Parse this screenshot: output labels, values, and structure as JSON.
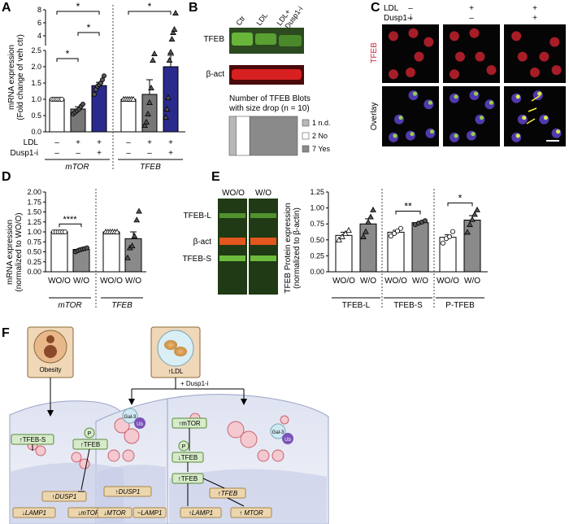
{
  "panels": {
    "A": "A",
    "B": "B",
    "C": "C",
    "D": "D",
    "E": "E",
    "F": "F"
  },
  "panel_a": {
    "ylabel1": "mRNA expression",
    "ylabel2": "(Fold change of veh ctr)",
    "y_ticks": [
      "0.0",
      "0.5",
      "1.0",
      "1.5",
      "2.0",
      "2.5",
      "4",
      "6",
      "8"
    ],
    "row_labels": [
      "LDL",
      "Dusp1-i"
    ],
    "markers": [
      [
        "–",
        "+",
        "+"
      ],
      [
        "–",
        "–",
        "+"
      ]
    ],
    "groups": [
      "mTOR",
      "TFEB"
    ],
    "star": "*"
  },
  "panel_b": {
    "lanes": [
      "Ctr",
      "LDL",
      "LDL+",
      "Dusp1-i"
    ],
    "bands": [
      "TFEB",
      "β-act"
    ],
    "table_title1": "Number of TFEB Blots",
    "table_title2": "with size drop (n = 10)",
    "legend": [
      "1 n.d.",
      "2 No",
      "7 Yes"
    ]
  },
  "panel_c": {
    "row_labels": [
      "LDL",
      "Dusp1-i"
    ],
    "markers": [
      [
        "–",
        "+",
        "+"
      ],
      [
        "–",
        "–",
        "+"
      ]
    ],
    "image_labels": [
      "TFEB",
      "Overlay"
    ]
  },
  "panel_d": {
    "ylabel1": "mRNA expression",
    "ylabel2": "(normalized to WO/O)",
    "y_ticks": [
      "0.00",
      "0.25",
      "0.50",
      "0.75",
      "1.00",
      "1.25",
      "1.50",
      "1.75",
      "2.00"
    ],
    "xcats": [
      "WO/O",
      "W/O",
      "WO/O",
      "W/O"
    ],
    "groups": [
      "mTOR",
      "TFEB"
    ],
    "sig": "****"
  },
  "panel_e": {
    "lanes": [
      "WO/O",
      "W/O"
    ],
    "bands": [
      "TFEB-L",
      "β-act",
      "TFEB-S"
    ],
    "ylabel1": "TFEB Protein expression",
    "ylabel2": "(normalized to β-actin)",
    "y_ticks": [
      "0.00",
      "0.25",
      "0.50",
      "0.75",
      "1.00",
      "1.25"
    ],
    "xcats": [
      "WO/O",
      "W/O",
      "WO/O",
      "W/O",
      "WO/O",
      "W/O"
    ],
    "groups": [
      "TFEB-L",
      "TFEB-S",
      "P-TFEB"
    ],
    "sig": [
      "**",
      "*"
    ]
  },
  "panel_f": {
    "obesity": "Obesity",
    "ldl": "↑LDL",
    "dusp": "+ Dusp1-i",
    "gal3": "Gal-3",
    "ub": "Ub",
    "p": "P",
    "left_boxes": [
      "↑TFEB-S",
      "↑TFEB",
      "↑DUSP1",
      "↓LAMP1",
      "↓mTOR"
    ],
    "mid_boxes": [
      "↑DUSP1",
      "↓MTOR",
      "~LAMP1"
    ],
    "right_boxes": [
      "↑mTOR",
      "↓TFEB",
      "↑TFEB",
      "↑TFEB",
      "↑LAMP1",
      "↑ MTOR"
    ]
  },
  "chart_data": [
    {
      "type": "bar",
      "panel": "A",
      "ylabel": "mRNA expression (Fold change of veh ctr)",
      "y_axis": "broken: 0–2.5 and 2.5–8",
      "categories": [
        "mTOR Ctr",
        "mTOR LDL",
        "mTOR LDL+Dusp1-i",
        "TFEB Ctr",
        "TFEB LDL",
        "TFEB LDL+Dusp1-i"
      ],
      "values": [
        1.0,
        0.7,
        1.42,
        1.0,
        1.15,
        2.0
      ],
      "errors": [
        0.0,
        0.07,
        0.1,
        0.0,
        0.45,
        0.35
      ],
      "points": [
        [
          1,
          1,
          1,
          1,
          1,
          1
        ],
        [
          0.55,
          0.6,
          0.65,
          0.7,
          0.78,
          0.85
        ],
        [
          1.15,
          1.3,
          1.4,
          1.45,
          1.5,
          1.6,
          1.72
        ],
        [
          1,
          1,
          1,
          1,
          1,
          1
        ],
        [
          0.2,
          0.3,
          0.55,
          0.9,
          1.35,
          2.2,
          2.4
        ],
        [
          0.45,
          0.7,
          1.05,
          2.2,
          2.45,
          3.5,
          4.5,
          5.0,
          7.5
        ]
      ],
      "fill": [
        "#ffffff",
        "#777777",
        "#2a2a8c",
        "#ffffff",
        "#777777",
        "#2a2a8c"
      ],
      "significance": [
        "mTOR Ctr vs LDL",
        "mTOR LDL vs LDL+Dusp1-i",
        "mTOR Ctr vs LDL+Dusp1-i",
        "TFEB Ctr vs LDL+Dusp1-i"
      ]
    },
    {
      "type": "bar",
      "panel": "B",
      "categories": [
        "1 n.d.",
        "2 No",
        "7 Yes"
      ],
      "values": [
        1,
        2,
        7
      ],
      "fill": [
        "#b8b8b8",
        "#ffffff",
        "#8a8a8a"
      ]
    },
    {
      "type": "bar",
      "panel": "D",
      "ylabel": "mRNA expression (normalized to WO/O)",
      "ylim": [
        0,
        2.0
      ],
      "categories": [
        "WO/O",
        "W/O",
        "WO/O",
        "W/O"
      ],
      "groups": [
        "mTOR",
        "mTOR",
        "TFEB",
        "TFEB"
      ],
      "values": [
        1.0,
        0.56,
        1.0,
        0.83
      ],
      "errors": [
        0.0,
        0.03,
        0.0,
        0.17
      ],
      "points": [
        [
          1,
          1,
          1,
          1,
          1,
          1
        ],
        [
          0.5,
          0.53,
          0.55,
          0.57,
          0.58,
          0.6
        ],
        [
          1,
          1,
          1,
          1,
          1,
          1
        ],
        [
          0.35,
          0.6,
          0.65,
          0.9,
          1.3,
          1.52
        ]
      ],
      "fill": [
        "#ffffff",
        "#8a8a8a",
        "#ffffff",
        "#8a8a8a"
      ]
    },
    {
      "type": "bar",
      "panel": "E",
      "ylabel": "TFEB Protein expression (normalized to β-actin)",
      "ylim": [
        0,
        1.25
      ],
      "categories": [
        "WO/O",
        "W/O",
        "WO/O",
        "W/O",
        "WO/O",
        "W/O"
      ],
      "groups": [
        "TFEB-L",
        "TFEB-L",
        "TFEB-S",
        "TFEB-S",
        "P-TFEB",
        "P-TFEB"
      ],
      "values": [
        0.57,
        0.75,
        0.62,
        0.77,
        0.54,
        0.81
      ],
      "errors": [
        0.05,
        0.08,
        0.03,
        0.02,
        0.04,
        0.07
      ],
      "points": [
        [
          0.5,
          0.55,
          0.6,
          0.65
        ],
        [
          0.55,
          0.63,
          0.78,
          0.86,
          0.97
        ],
        [
          0.56,
          0.6,
          0.64,
          0.68
        ],
        [
          0.74,
          0.76,
          0.78,
          0.8
        ],
        [
          0.45,
          0.52,
          0.55,
          0.63
        ],
        [
          0.62,
          0.74,
          0.82,
          0.9,
          0.97
        ]
      ],
      "fill": [
        "#ffffff",
        "#8a8a8a",
        "#ffffff",
        "#8a8a8a",
        "#ffffff",
        "#8a8a8a"
      ]
    }
  ]
}
